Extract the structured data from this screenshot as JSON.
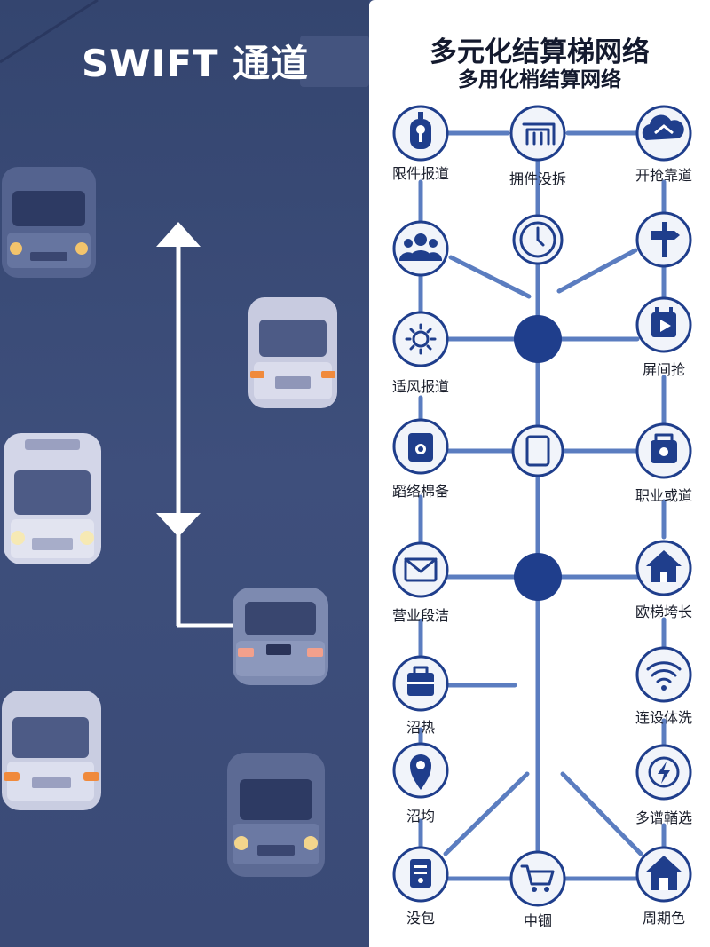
{
  "left_panel": {
    "title": "SWIFT 通道"
  },
  "right_panel": {
    "title": "多元化结算梯网络",
    "subtitle": "多用化梢结算网络"
  },
  "colors": {
    "accent": "#1f3e8c",
    "line": "#5b7dc0",
    "node_fill": "#f0f4fb",
    "left_bg": "#3a4a76"
  },
  "nodes": [
    {
      "id": "n1",
      "label": "限件报道",
      "icon": "lock-icon"
    },
    {
      "id": "n2",
      "label": "拥件没拆",
      "icon": "building-icon"
    },
    {
      "id": "n3",
      "label": "开抢靠道",
      "icon": "cloud-icon"
    },
    {
      "id": "n4",
      "label": "",
      "icon": "users-icon"
    },
    {
      "id": "n5",
      "label": "",
      "icon": "clock-icon"
    },
    {
      "id": "n6",
      "label": "",
      "icon": "signpost-icon"
    },
    {
      "id": "n7",
      "label": "适风报道",
      "icon": "sun-icon"
    },
    {
      "id": "n8",
      "label": "屏间抢",
      "icon": "calendar-icon"
    },
    {
      "id": "n9",
      "label": "蹈络棉备",
      "icon": "camera-icon"
    },
    {
      "id": "n10",
      "label": "",
      "icon": "tablet-icon"
    },
    {
      "id": "n11",
      "label": "职业或道",
      "icon": "bag-icon"
    },
    {
      "id": "n12",
      "label": "营业段洁",
      "icon": "mail-icon"
    },
    {
      "id": "n13",
      "label": "欧梯垮长",
      "icon": "home-icon"
    },
    {
      "id": "n14",
      "label": "沼热",
      "icon": "briefcase-icon"
    },
    {
      "id": "n15",
      "label": "连设体洗",
      "icon": "wifi-icon"
    },
    {
      "id": "n16",
      "label": "沼均",
      "icon": "pin-icon"
    },
    {
      "id": "n17",
      "label": "多谱輶选",
      "icon": "bolt-icon"
    },
    {
      "id": "n18",
      "label": "没包",
      "icon": "document-icon"
    },
    {
      "id": "n19",
      "label": "中锢",
      "icon": "cart-icon"
    },
    {
      "id": "n20",
      "label": "周期色",
      "icon": "house-icon"
    }
  ],
  "hubs": [
    {
      "id": "h1"
    },
    {
      "id": "h2"
    }
  ]
}
